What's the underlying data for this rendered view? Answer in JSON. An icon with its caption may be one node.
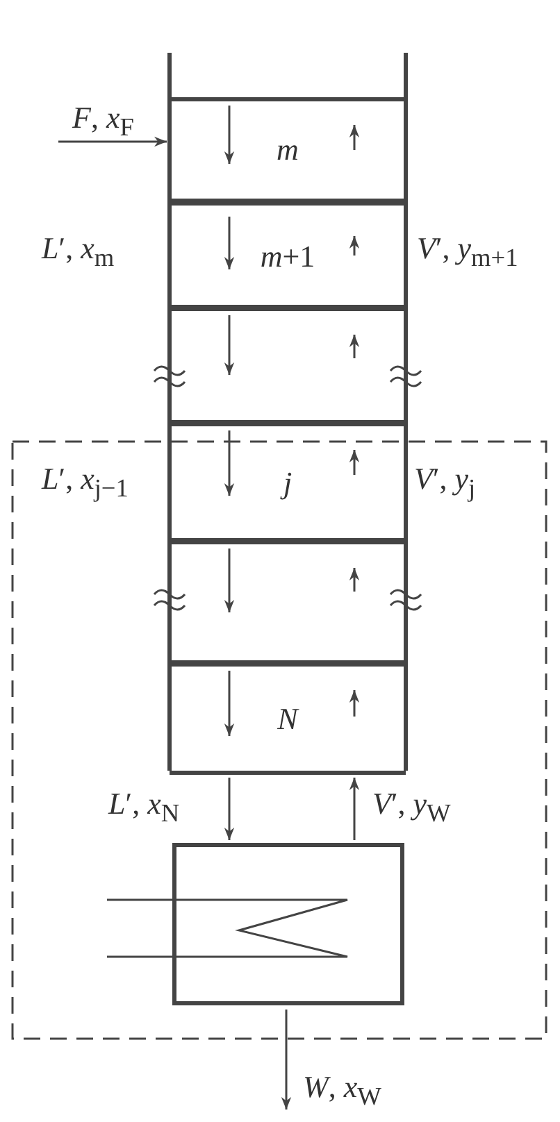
{
  "diagram": {
    "nodes": [
      {
        "text": [
          "*m*"
        ]
      },
      {
        "text": [
          "*m*+1"
        ]
      },
      {
        "text": [
          "*j*"
        ]
      },
      {
        "text": [
          "*N*"
        ]
      },
      {
        "text": [],
        "shape": "box"
      }
    ],
    "edges": [
      {
        "from": null,
        "to": 0,
        "arrow": "to",
        "label": "*F*, *x*$_{F}$"
      },
      {
        "from": 3,
        "to": 4,
        "arrow": "to",
        "label": "*L*′, *x*$_{N}$"
      },
      {
        "from": 4,
        "to": 3,
        "arrow": "to",
        "label": "*V*′, *y*$_{W}$"
      },
      {
        "from": 4,
        "to": null,
        "arrow": "to",
        "label": "*W*, *x*$_{W}$"
      }
    ],
    "labels": [
      "*L*′, *x*$_{m}$",
      "*V*′, *y*$_{m+1}$",
      "*L*′, *x*$_{j−1}$",
      "*V*′, *y*$_{j}$"
    ]
  }
}
